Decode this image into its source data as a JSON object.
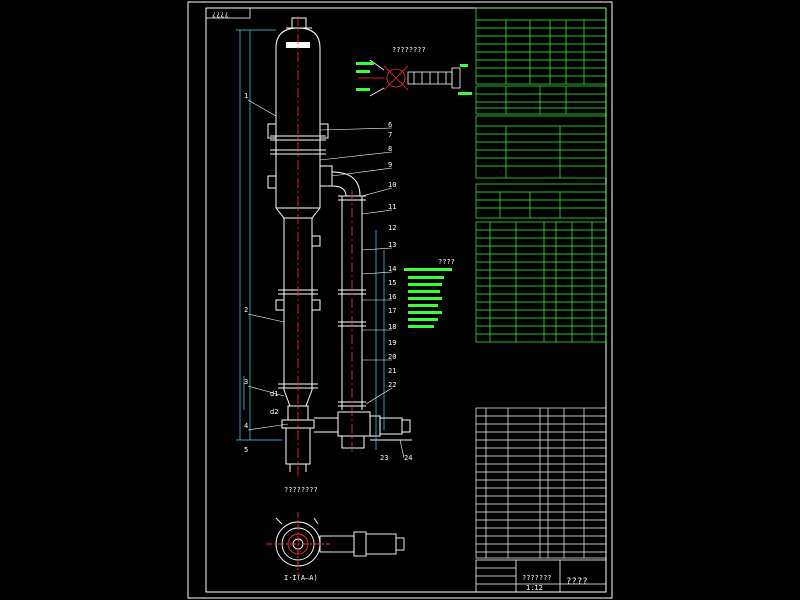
{
  "drawing": {
    "background": "#000000",
    "colors": {
      "frame": "#ffffff",
      "outline": "#ffffff",
      "table": "#39ff39",
      "centerline": "#ff3030",
      "dim": "#40e0ff"
    },
    "top_label": "¿¿¿¿",
    "main_view_note": "???",
    "detail_title": "????????",
    "plan_title": "????????",
    "plan_note": "I·I(A—A)",
    "notes_title": "????",
    "title_block_name": "???????",
    "title_block_company": "????",
    "title_block_sheet": "1:12"
  },
  "callouts": {
    "left": [
      "1",
      "2",
      "3",
      "4",
      "5",
      "d1",
      "d2"
    ],
    "right": [
      "6",
      "7",
      "8",
      "9",
      "10",
      "11",
      "12",
      "13",
      "14",
      "15",
      "16",
      "17",
      "18",
      "19",
      "20",
      "21",
      "22",
      "23",
      "24"
    ]
  }
}
